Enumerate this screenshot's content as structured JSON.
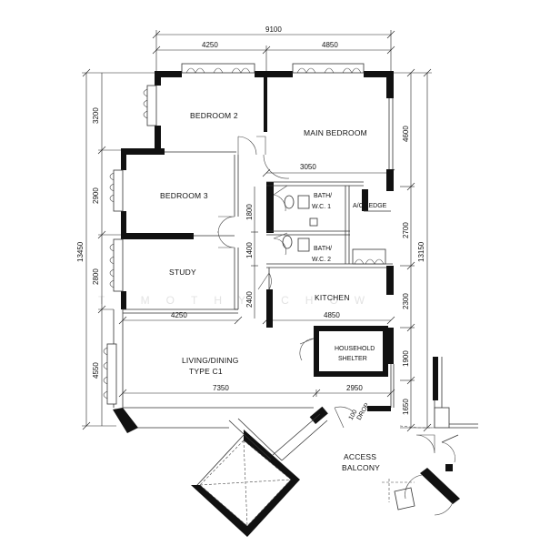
{
  "watermark": "TIMOTHY CHOW",
  "dimensions": {
    "top_total": "9100",
    "top_left": "4250",
    "top_right": "4850",
    "left_total": "13450",
    "left_1": "3200",
    "left_2": "2900",
    "left_3": "2800",
    "left_4": "4550",
    "right_total": "13150",
    "right_1": "4600",
    "right_2": "2700",
    "right_3": "2300",
    "right_4": "1900",
    "right_5": "1650",
    "inner_1800": "1800",
    "inner_1400": "1400",
    "inner_2400": "2400",
    "inner_3050": "3050",
    "inner_4250": "4250",
    "inner_4850": "4850",
    "inner_7350": "7350",
    "inner_2950": "2950"
  },
  "rooms": {
    "bedroom2": "BEDROOM 2",
    "main_bedroom": "MAIN BEDROOM",
    "bedroom3": "BEDROOM 3",
    "study": "STUDY",
    "bath1_a": "BATH/",
    "bath1_b": "W.C. 1",
    "bath2_a": "BATH/",
    "bath2_b": "W.C. 2",
    "ac_ledge": "A/C LEDGE",
    "kitchen": "KITCHEN",
    "shelter_a": "HOUSEHOLD",
    "shelter_b": "SHELTER",
    "living_a": "LIVING/DINING",
    "living_b": "TYPE C1",
    "access_a": "ACCESS",
    "access_b": "BALCONY",
    "door_a": "100",
    "door_b": "DROP"
  }
}
